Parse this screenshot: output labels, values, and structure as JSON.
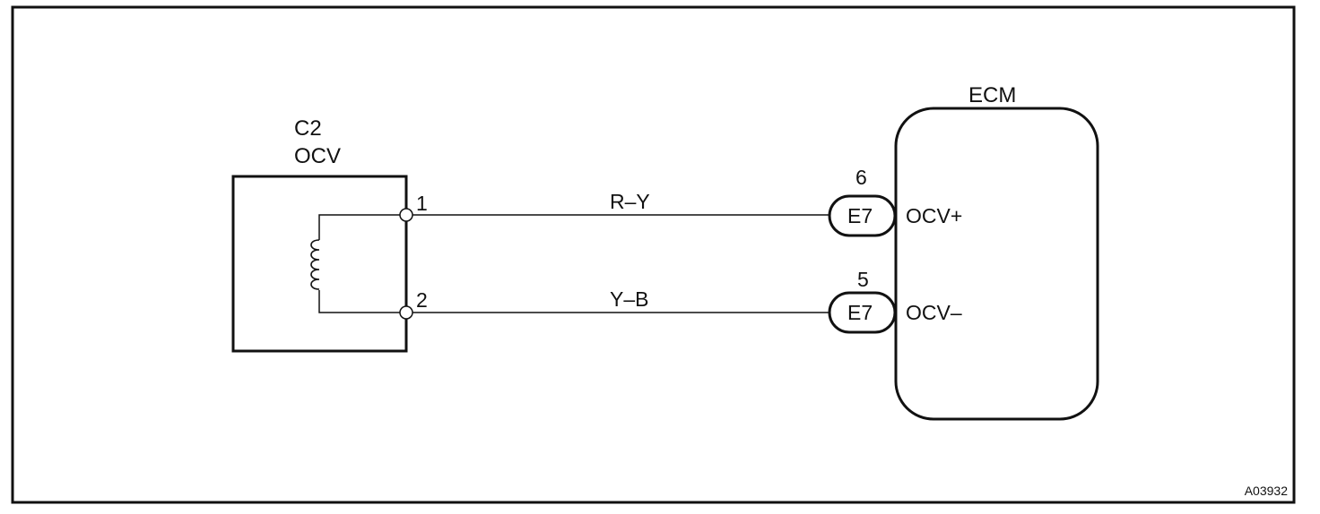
{
  "figure_id": "A03932",
  "ocv": {
    "connector": "C2",
    "name": "OCV",
    "pins": [
      {
        "number": "1",
        "wire_color": "R–Y"
      },
      {
        "number": "2",
        "wire_color": "Y–B"
      }
    ]
  },
  "ecm": {
    "name": "ECM",
    "terminals": [
      {
        "connector": "E7",
        "pin": "6",
        "signal": "OCV+"
      },
      {
        "connector": "E7",
        "pin": "5",
        "signal": "OCV–"
      }
    ]
  }
}
